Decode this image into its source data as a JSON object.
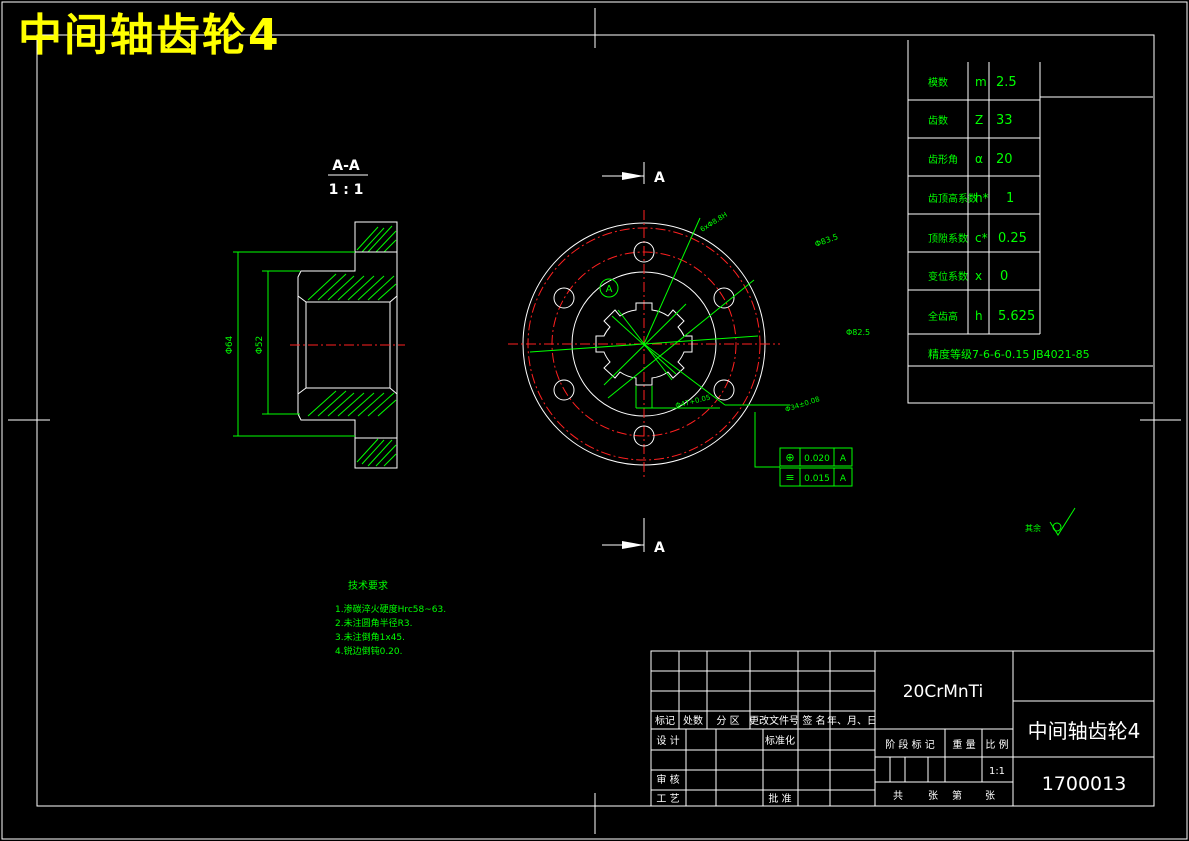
{
  "drawing": {
    "big_title": "中间轴齿轮4",
    "section_label": "A-A",
    "section_scale": "1 : 1",
    "arrow_label_top": "A",
    "arrow_label_bottom": "A"
  },
  "dimensions": {
    "d_outer_section": "Φ64",
    "d_inner_section": "Φ52",
    "holes": "6xΦ8.8H",
    "d_pitch": "Φ83.5",
    "d_outer": "Φ82.5",
    "datum": "A",
    "spline": "Φ34±0.08",
    "bore": "Φ47+0.05"
  },
  "gear_params": [
    {
      "name": "模数",
      "symbol": "m",
      "value": "2.5"
    },
    {
      "name": "齿数",
      "symbol": "Z",
      "value": "33"
    },
    {
      "name": "齿形角",
      "symbol": "α",
      "value": "20"
    },
    {
      "name": "齿顶高系数",
      "symbol": "h*",
      "value": "1"
    },
    {
      "name": "顶隙系数",
      "symbol": "c*",
      "value": "0.25"
    },
    {
      "name": "变位系数",
      "symbol": "x",
      "value": "0"
    },
    {
      "name": "全齿高",
      "symbol": "h",
      "value": "5.625"
    }
  ],
  "accuracy_grade": "精度等级7-6-6-0.15 JB4021-85",
  "tolerances": [
    {
      "symbol": "⊕",
      "value": "0.020",
      "datum": "A"
    },
    {
      "symbol": "≡",
      "value": "0.015",
      "datum": "A"
    }
  ],
  "roughness_label": "其余",
  "tech_requirements": {
    "title": "技术要求",
    "items": [
      "1.渗碳淬火硬度Hrc58~63.",
      "2.未注圆角半径R3.",
      "3.未注倒角1x45.",
      "4.锐边倒钝0.20."
    ]
  },
  "title_block": {
    "material": "20CrMnTi",
    "part_name": "中间轴齿轮4",
    "drawing_number": "1700013",
    "scale": "1:1",
    "rev_headers": [
      "标记",
      "处数",
      "分 区",
      "更改文件号",
      "签 名",
      "年、月、日"
    ],
    "design": "设 计",
    "standardize": "标准化",
    "review": "审 核",
    "process": "工 艺",
    "approve": "批 准",
    "stage_mark": "阶 段 标 记",
    "weight": "重 量",
    "scale_label": "比 例",
    "total": "共",
    "sheets": "张",
    "sheet_no": "第",
    "sheet_unit": "张"
  }
}
